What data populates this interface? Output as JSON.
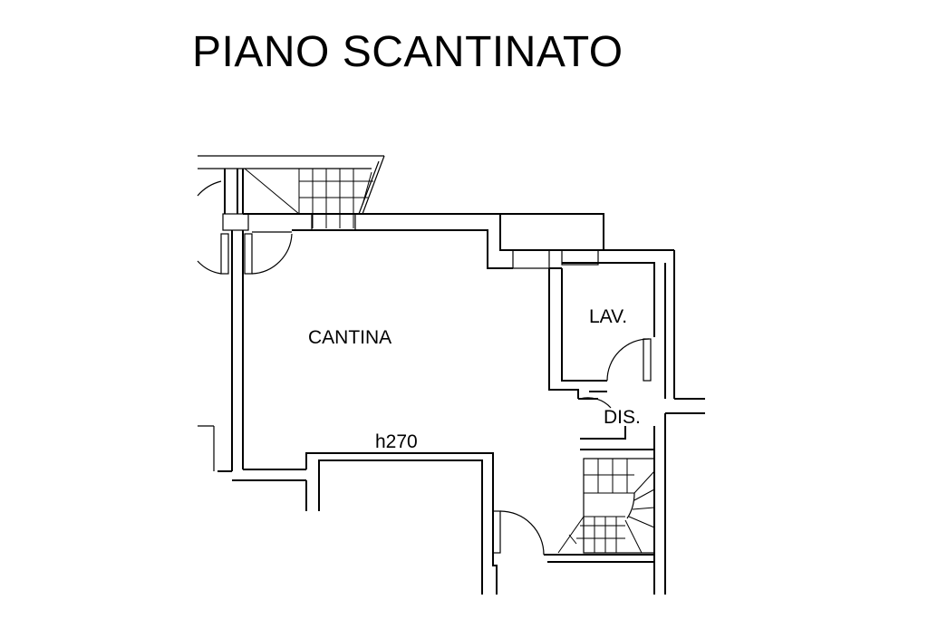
{
  "title": "PIANO SCANTINATO",
  "rooms": {
    "cantina": "CANTINA",
    "lav": "LAV.",
    "dis": "DIS."
  },
  "annotations": {
    "ceiling_height": "h270"
  },
  "colors": {
    "line": "#000000",
    "background": "#ffffff"
  }
}
